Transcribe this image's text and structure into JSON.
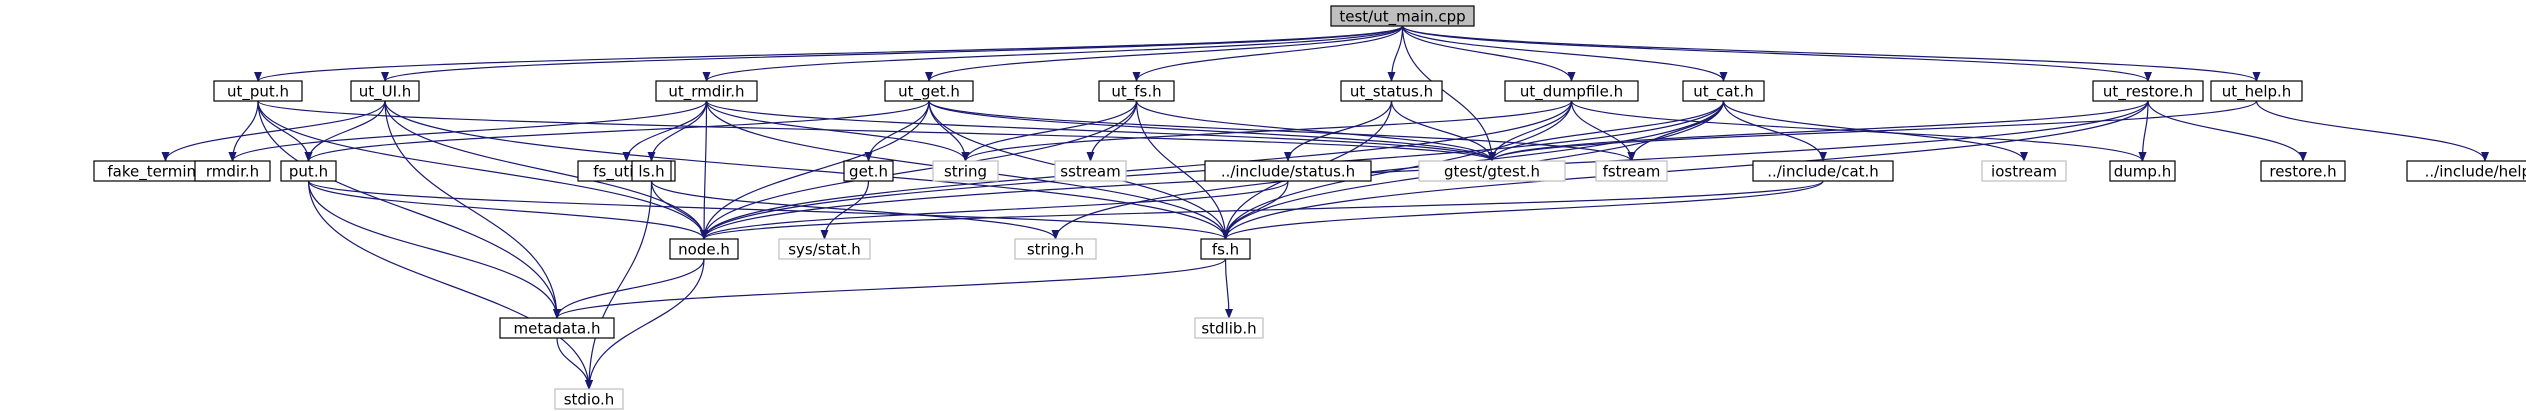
{
  "colors": {
    "edge": "#191970",
    "node_border": "#000000",
    "node_border_system": "#bfbfbf",
    "root_fill": "#bfbfbf",
    "text": "#000000"
  },
  "nodes": [
    {
      "id": "ut_main",
      "label": "test/ut_main.cpp",
      "kind": "root"
    },
    {
      "id": "ut_put",
      "label": "ut_put.h",
      "kind": "normal"
    },
    {
      "id": "ut_ui",
      "label": "ut_UI.h",
      "kind": "normal"
    },
    {
      "id": "ut_rmdir",
      "label": "ut_rmdir.h",
      "kind": "normal"
    },
    {
      "id": "ut_get",
      "label": "ut_get.h",
      "kind": "normal"
    },
    {
      "id": "ut_fs",
      "label": "ut_fs.h",
      "kind": "normal"
    },
    {
      "id": "ut_status",
      "label": "ut_status.h",
      "kind": "normal"
    },
    {
      "id": "ut_dumpfile",
      "label": "ut_dumpfile.h",
      "kind": "normal"
    },
    {
      "id": "ut_cat",
      "label": "ut_cat.h",
      "kind": "normal"
    },
    {
      "id": "ut_restore",
      "label": "ut_restore.h",
      "kind": "normal"
    },
    {
      "id": "ut_help",
      "label": "ut_help.h",
      "kind": "normal"
    },
    {
      "id": "fake_terminal",
      "label": "fake_terminal.h",
      "kind": "normal"
    },
    {
      "id": "rmdir",
      "label": "rmdir.h",
      "kind": "normal"
    },
    {
      "id": "put",
      "label": "put.h",
      "kind": "normal"
    },
    {
      "id": "fs_utils",
      "label": "fs_utils.h",
      "kind": "normal"
    },
    {
      "id": "ls",
      "label": "ls.h",
      "kind": "normal"
    },
    {
      "id": "get",
      "label": "get.h",
      "kind": "normal"
    },
    {
      "id": "string",
      "label": "string",
      "kind": "system"
    },
    {
      "id": "sstream",
      "label": "sstream",
      "kind": "system"
    },
    {
      "id": "inc_status",
      "label": "../include/status.h",
      "kind": "normal"
    },
    {
      "id": "gtest",
      "label": "gtest/gtest.h",
      "kind": "system"
    },
    {
      "id": "fstream",
      "label": "fstream",
      "kind": "system"
    },
    {
      "id": "inc_cat",
      "label": "../include/cat.h",
      "kind": "normal"
    },
    {
      "id": "iostream",
      "label": "iostream",
      "kind": "system"
    },
    {
      "id": "dump",
      "label": "dump.h",
      "kind": "normal"
    },
    {
      "id": "restore",
      "label": "restore.h",
      "kind": "normal"
    },
    {
      "id": "inc_help",
      "label": "../include/help.h",
      "kind": "normal"
    },
    {
      "id": "node",
      "label": "node.h",
      "kind": "normal"
    },
    {
      "id": "sys_stat",
      "label": "sys/stat.h",
      "kind": "system"
    },
    {
      "id": "string_h",
      "label": "string.h",
      "kind": "system"
    },
    {
      "id": "fs",
      "label": "fs.h",
      "kind": "normal"
    },
    {
      "id": "metadata",
      "label": "metadata.h",
      "kind": "normal"
    },
    {
      "id": "stdlib",
      "label": "stdlib.h",
      "kind": "system"
    },
    {
      "id": "stdio",
      "label": "stdio.h",
      "kind": "system"
    }
  ],
  "edges": [
    [
      "ut_main",
      "ut_put"
    ],
    [
      "ut_main",
      "ut_ui"
    ],
    [
      "ut_main",
      "ut_rmdir"
    ],
    [
      "ut_main",
      "ut_get"
    ],
    [
      "ut_main",
      "ut_fs"
    ],
    [
      "ut_main",
      "ut_status"
    ],
    [
      "ut_main",
      "ut_dumpfile"
    ],
    [
      "ut_main",
      "ut_cat"
    ],
    [
      "ut_main",
      "ut_restore"
    ],
    [
      "ut_main",
      "ut_help"
    ],
    [
      "ut_main",
      "gtest"
    ],
    [
      "ut_put",
      "rmdir"
    ],
    [
      "ut_put",
      "put"
    ],
    [
      "ut_put",
      "gtest"
    ],
    [
      "ut_put",
      "node"
    ],
    [
      "ut_put",
      "metadata"
    ],
    [
      "ut_ui",
      "fake_terminal"
    ],
    [
      "ut_ui",
      "put"
    ],
    [
      "ut_ui",
      "node"
    ],
    [
      "ut_ui",
      "fs"
    ],
    [
      "ut_ui",
      "metadata"
    ],
    [
      "ut_rmdir",
      "rmdir"
    ],
    [
      "ut_rmdir",
      "fs_utils"
    ],
    [
      "ut_rmdir",
      "ls"
    ],
    [
      "ut_rmdir",
      "string"
    ],
    [
      "ut_rmdir",
      "gtest"
    ],
    [
      "ut_rmdir",
      "node"
    ],
    [
      "ut_rmdir",
      "fs"
    ],
    [
      "ut_get",
      "put"
    ],
    [
      "ut_get",
      "get"
    ],
    [
      "ut_get",
      "string"
    ],
    [
      "ut_get",
      "gtest"
    ],
    [
      "ut_get",
      "node"
    ],
    [
      "ut_get",
      "fs"
    ],
    [
      "ut_get",
      "fstream"
    ],
    [
      "ut_fs",
      "string"
    ],
    [
      "ut_fs",
      "sstream"
    ],
    [
      "ut_fs",
      "gtest"
    ],
    [
      "ut_fs",
      "node"
    ],
    [
      "ut_fs",
      "fs"
    ],
    [
      "ut_status",
      "inc_status"
    ],
    [
      "ut_status",
      "gtest"
    ],
    [
      "ut_status",
      "fs"
    ],
    [
      "ut_dumpfile",
      "string"
    ],
    [
      "ut_dumpfile",
      "gtest"
    ],
    [
      "ut_dumpfile",
      "fstream"
    ],
    [
      "ut_dumpfile",
      "dump"
    ],
    [
      "ut_dumpfile",
      "node"
    ],
    [
      "ut_dumpfile",
      "fs"
    ],
    [
      "ut_cat",
      "gtest"
    ],
    [
      "ut_cat",
      "fstream"
    ],
    [
      "ut_cat",
      "inc_cat"
    ],
    [
      "ut_cat",
      "iostream"
    ],
    [
      "ut_cat",
      "node"
    ],
    [
      "ut_cat",
      "fs"
    ],
    [
      "ut_cat",
      "string_h"
    ],
    [
      "ut_restore",
      "gtest"
    ],
    [
      "ut_restore",
      "dump"
    ],
    [
      "ut_restore",
      "restore"
    ],
    [
      "ut_restore",
      "node"
    ],
    [
      "ut_restore",
      "fs"
    ],
    [
      "ut_help",
      "gtest"
    ],
    [
      "ut_help",
      "inc_help"
    ],
    [
      "put",
      "node"
    ],
    [
      "put",
      "metadata"
    ],
    [
      "put",
      "fs"
    ],
    [
      "put",
      "stdio"
    ],
    [
      "ls",
      "node"
    ],
    [
      "ls",
      "string_h"
    ],
    [
      "ls",
      "stdio"
    ],
    [
      "get",
      "sys_stat"
    ],
    [
      "inc_status",
      "node"
    ],
    [
      "inc_status",
      "fs"
    ],
    [
      "inc_cat",
      "node"
    ],
    [
      "inc_cat",
      "fs"
    ],
    [
      "node",
      "metadata"
    ],
    [
      "node",
      "stdio"
    ],
    [
      "fs",
      "stdlib"
    ],
    [
      "fs",
      "metadata"
    ],
    [
      "metadata",
      "stdio"
    ]
  ]
}
